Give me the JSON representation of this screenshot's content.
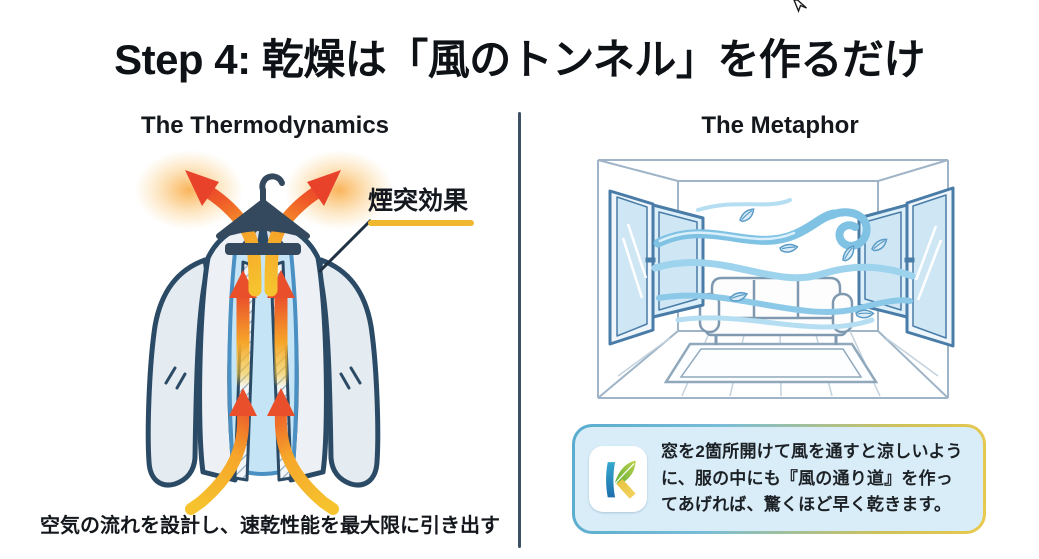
{
  "slide": {
    "title": "Step 4: 乾燥は「風のトンネル」を作るだけ",
    "left": {
      "heading": "The Thermodynamics",
      "annotation": "煙突効果",
      "caption": "空気の流れを設計し、速乾性能を最大限に引き出す"
    },
    "right": {
      "heading": "The Metaphor",
      "callout_text": "窓を2箇所開けて風を通すと涼しいように、服の中にも『風の通り道』を作ってあげれば、驚くほど早く乾きます。"
    }
  },
  "icons": {
    "logo": "k-leaf-logo",
    "cursor": "mouse-cursor",
    "hanger": "hanger-icon",
    "heat_arrows": "heat-flow-arrow-icons",
    "wind": "wind-stream-icon",
    "leaf": "leaf-icon",
    "windows": "casement-window-icons",
    "sofa": "sofa-icon",
    "rug": "rug-icon"
  },
  "colors": {
    "title_text": "#0e1217",
    "divider": "#3c4f63",
    "annotation_underline": "#f0b82e",
    "arrow_red": "#e8432a",
    "arrow_orange": "#f6a52a",
    "arrow_yellow": "#f6c32e",
    "jacket_outline": "#2b4a66",
    "jacket_inner_blue": "#c5e5f6",
    "room_line": "#9fb4c6",
    "window_blue": "#4a7ca8",
    "wind_blue": "#7fc2e4",
    "callout_bg": "#d9edf9",
    "callout_border_blue": "#58acce",
    "callout_border_gold": "#e9c94e",
    "logo_blue": "#2e9ac4",
    "logo_green": "#7ac143",
    "logo_gold": "#e8c23e"
  }
}
